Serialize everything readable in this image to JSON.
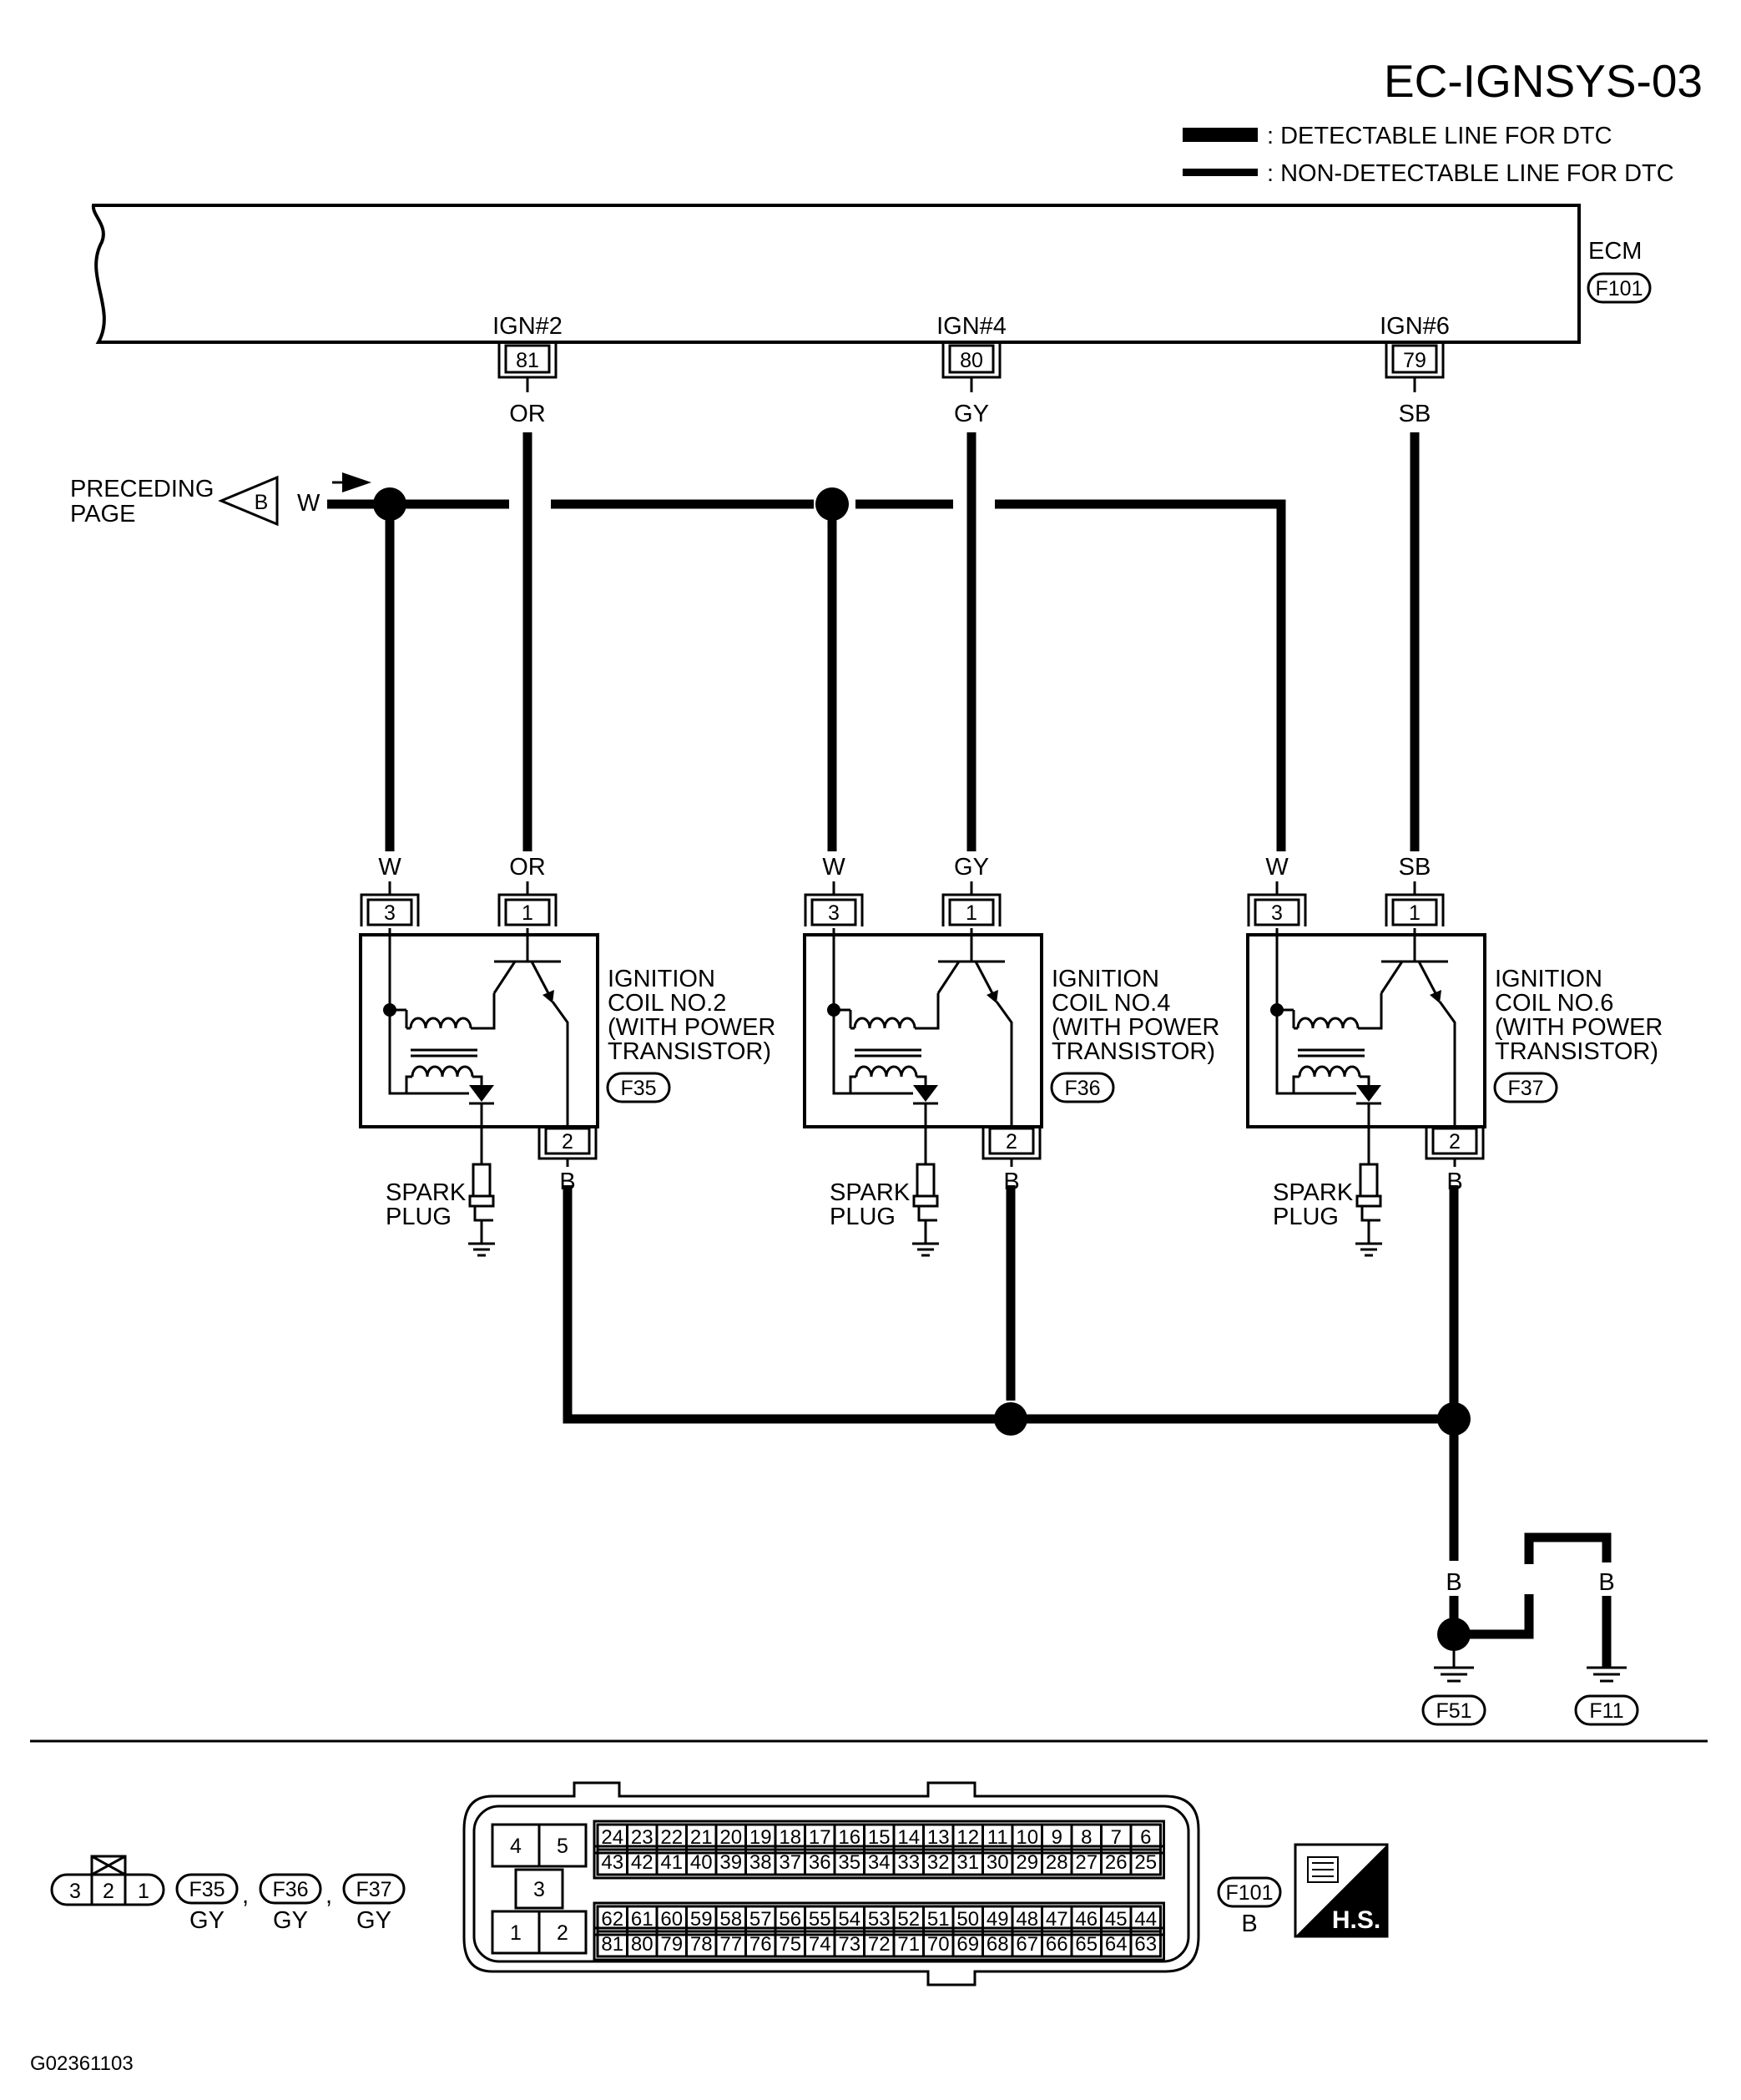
{
  "diagram_id": "EC-IGNSYS-03",
  "figure_code": "G02361103",
  "legend": {
    "detectable": ": DETECTABLE LINE FOR DTC",
    "non_detectable": ": NON-DETECTABLE LINE FOR DTC"
  },
  "ecm": {
    "label": "ECM",
    "connector": "F101"
  },
  "ecm_pins": [
    {
      "signal": "IGN#2",
      "pin": "81",
      "wire": "OR"
    },
    {
      "signal": "IGN#4",
      "pin": "80",
      "wire": "GY"
    },
    {
      "signal": "IGN#6",
      "pin": "79",
      "wire": "SB"
    }
  ],
  "preceding": {
    "label_line1": "PRECEDING",
    "label_line2": "PAGE",
    "arrow_letter": "B",
    "wire": "W"
  },
  "coils": [
    {
      "label_lines": [
        "IGNITION",
        "COIL NO.2",
        "(WITH POWER",
        " TRANSISTOR)"
      ],
      "connector": "F35",
      "pin3": "3",
      "pin1": "1",
      "pin2": "2",
      "wire_pin3": "W",
      "wire_pin1": "OR",
      "wire_pin2": "B",
      "spark_line1": "SPARK",
      "spark_line2": "PLUG"
    },
    {
      "label_lines": [
        "IGNITION",
        "COIL NO.4",
        "(WITH POWER",
        " TRANSISTOR)"
      ],
      "connector": "F36",
      "pin3": "3",
      "pin1": "1",
      "pin2": "2",
      "wire_pin3": "W",
      "wire_pin1": "GY",
      "wire_pin2": "B",
      "spark_line1": "SPARK",
      "spark_line2": "PLUG"
    },
    {
      "label_lines": [
        "IGNITION",
        "COIL NO.6",
        "(WITH POWER",
        " TRANSISTOR)"
      ],
      "connector": "F37",
      "pin3": "3",
      "pin1": "1",
      "pin2": "2",
      "wire_pin3": "W",
      "wire_pin1": "SB",
      "wire_pin2": "B",
      "spark_line1": "SPARK",
      "spark_line2": "PLUG"
    }
  ],
  "grounds": {
    "wire_main": "B",
    "wire_branch_a": "B",
    "wire_branch_b": "B",
    "ground_1": "F51",
    "ground_2": "F11"
  },
  "connector_views": {
    "coil_connector": {
      "pins": [
        "3",
        "2",
        "1"
      ],
      "names": [
        "F35",
        "F36",
        "F37"
      ],
      "separators": [
        ",",
        ","
      ],
      "colors": [
        "GY",
        "GY",
        "GY"
      ]
    },
    "ecm_connector": {
      "name": "F101",
      "color": "B",
      "left_block": [
        "4",
        "5",
        "3",
        "1",
        "2"
      ],
      "upper_row1": [
        "24",
        "23",
        "22",
        "21",
        "20",
        "19",
        "18",
        "17",
        "16",
        "15",
        "14",
        "13",
        "12",
        "11",
        "10",
        "9",
        "8",
        "7",
        "6"
      ],
      "upper_row2": [
        "43",
        "42",
        "41",
        "40",
        "39",
        "38",
        "37",
        "36",
        "35",
        "34",
        "33",
        "32",
        "31",
        "30",
        "29",
        "28",
        "27",
        "26",
        "25"
      ],
      "lower_row1": [
        "62",
        "61",
        "60",
        "59",
        "58",
        "57",
        "56",
        "55",
        "54",
        "53",
        "52",
        "51",
        "50",
        "49",
        "48",
        "47",
        "46",
        "45",
        "44"
      ],
      "lower_row2": [
        "81",
        "80",
        "79",
        "78",
        "77",
        "76",
        "75",
        "74",
        "73",
        "72",
        "71",
        "70",
        "69",
        "68",
        "67",
        "66",
        "65",
        "64",
        "63"
      ]
    },
    "hs_badge": "H.S."
  }
}
